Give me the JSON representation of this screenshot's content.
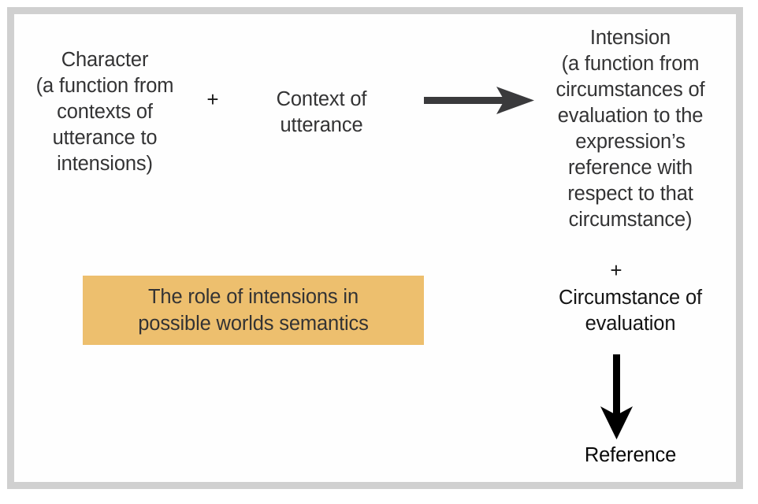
{
  "figure": {
    "frame": {
      "border_color": "#d0d0d0",
      "background": "#ffffff"
    },
    "nodes": {
      "character": {
        "text": "Character\n(a function from\ncontexts of\nutterance to\nintensions)"
      },
      "operator_one": {
        "symbol": "+"
      },
      "context": {
        "text": "Context of\nutterance"
      },
      "intension": {
        "text": "Intension\n(a function from\ncircumstances of\nevaluation to the\nexpression’s\nreference with\nrespect to that\ncircumstance)"
      },
      "operator_two": {
        "symbol": "+"
      },
      "circumstance": {
        "text": "Circumstance of\nevaluation"
      },
      "reference": {
        "text": "Reference"
      }
    },
    "arrows": {
      "horizontal": {
        "direction": "right",
        "color": "#3a3a3c"
      },
      "vertical": {
        "direction": "down",
        "color": "#000000"
      }
    },
    "caption": {
      "text": "The role of intensions in\npossible worlds semantics",
      "background_color": "#edbf6e",
      "text_color": "#333334"
    }
  }
}
